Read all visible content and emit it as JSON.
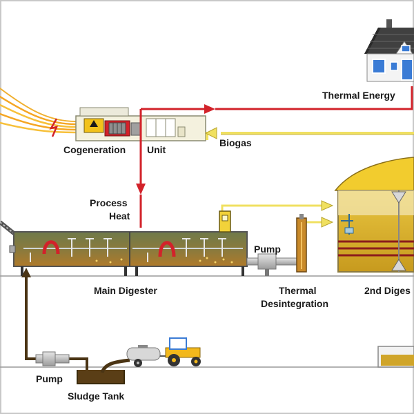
{
  "labels": {
    "thermal_energy": "Thermal Energy",
    "cogeneration": "Cogeneration",
    "unit": "Unit",
    "biogas": "Biogas",
    "process": "Process",
    "heat": "Heat",
    "pump_top": "Pump",
    "main_digester": "Main Digester",
    "thermal": "Thermal",
    "desintegration": "Desintegration",
    "second_digester": "2nd Diges",
    "pump_bottom": "Pump",
    "sludge_tank": "Sludge Tank"
  },
  "colors": {
    "heat_line": "#d2222a",
    "biogas_line": "#f0e060",
    "power_line": "#f5a623",
    "sludge_line": "#4a3414",
    "ground": "#9a9a9a",
    "digester_fill": "#c9a227"
  }
}
